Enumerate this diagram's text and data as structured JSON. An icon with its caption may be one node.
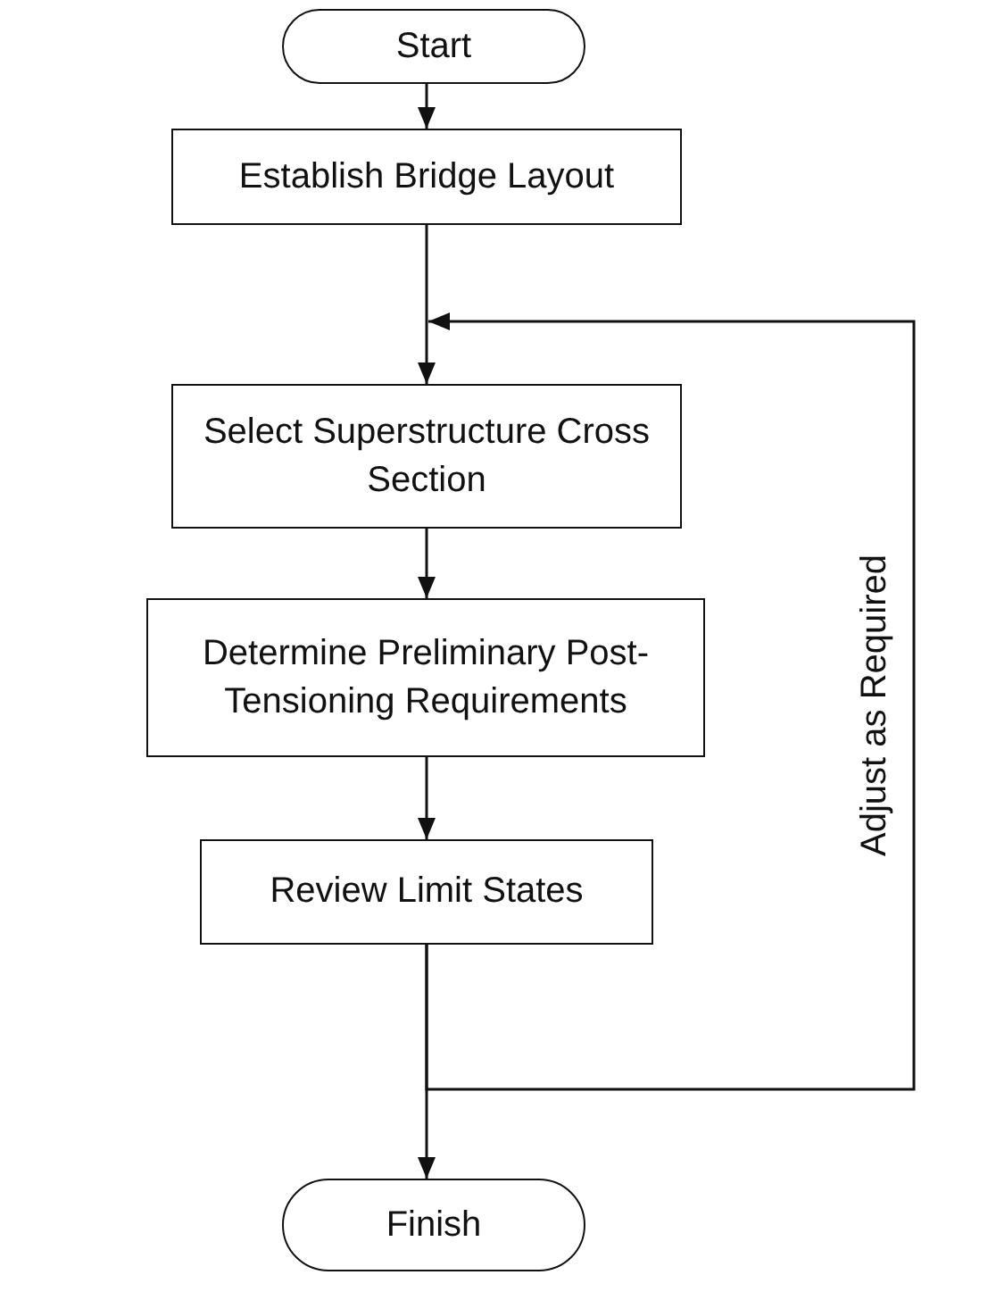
{
  "diagram": {
    "nodes": [
      {
        "text": [
          "Start"
        ]
      },
      {
        "text": [
          "Establish Bridge Layout"
        ]
      },
      {
        "text": [
          "Select Superstructure Cross Section"
        ]
      },
      {
        "text": [
          "Determine Preliminary Post-Tensioning Requirements"
        ]
      },
      {
        "text": [
          "Review Limit States"
        ]
      },
      {
        "text": [
          "Finish"
        ]
      }
    ],
    "edges": [
      {
        "from": 0,
        "to": 1,
        "arrow": "to"
      },
      {
        "from": 1,
        "to": 2,
        "arrow": "to"
      },
      {
        "from": 2,
        "to": 3,
        "arrow": "to"
      },
      {
        "from": 3,
        "to": 4,
        "arrow": "to"
      },
      {
        "from": 4,
        "to": 5,
        "arrow": "to"
      },
      {
        "from": 4,
        "to": 2,
        "arrow": "to",
        "label": "Adjust as Required"
      }
    ]
  }
}
